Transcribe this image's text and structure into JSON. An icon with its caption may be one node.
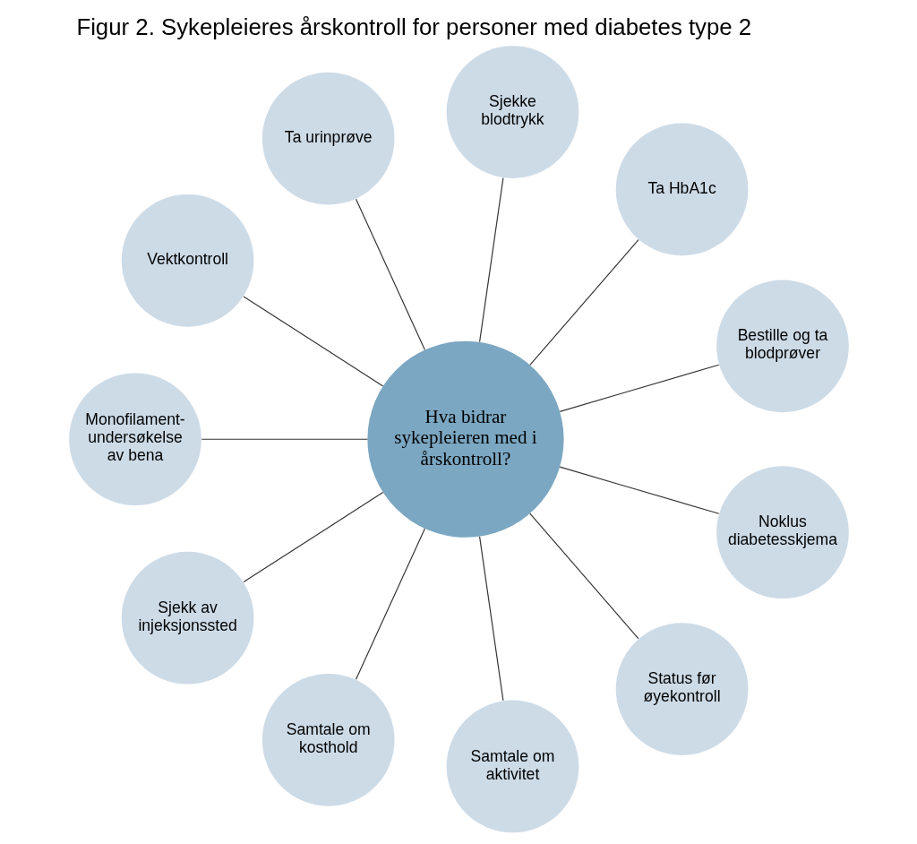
{
  "diagram": {
    "title": "Figur 2. Sykepleieres årskontroll for personer med diabetes type 2",
    "nodes": [
      {
        "text": [
          "Hva bidrar sykepleieren med i årskontroll?"
        ]
      },
      {
        "text": [
          "Bestille og ta blodprøver"
        ]
      },
      {
        "text": [
          "Ta HbA1c"
        ]
      },
      {
        "text": [
          "Sjekke blodtrykk"
        ]
      },
      {
        "text": [
          "Ta urinprøve"
        ]
      },
      {
        "text": [
          "Vektkontroll"
        ]
      },
      {
        "text": [
          "Monofilament-undersøkelse av bena"
        ]
      },
      {
        "text": [
          "Sjekk av injeksjonssted"
        ]
      },
      {
        "text": [
          "Samtale om kosthold"
        ]
      },
      {
        "text": [
          "Samtale om aktivitet"
        ]
      },
      {
        "text": [
          "Status før øyekontroll"
        ]
      },
      {
        "text": [
          "Noklus diabetesskjema"
        ]
      }
    ],
    "edges": [
      {
        "from": 0,
        "to": 1,
        "arrow": "none"
      },
      {
        "from": 0,
        "to": 2,
        "arrow": "none"
      },
      {
        "from": 0,
        "to": 3,
        "arrow": "none"
      },
      {
        "from": 0,
        "to": 4,
        "arrow": "none"
      },
      {
        "from": 0,
        "to": 5,
        "arrow": "none"
      },
      {
        "from": 0,
        "to": 6,
        "arrow": "none"
      },
      {
        "from": 0,
        "to": 7,
        "arrow": "none"
      },
      {
        "from": 0,
        "to": 8,
        "arrow": "none"
      },
      {
        "from": 0,
        "to": 9,
        "arrow": "none"
      },
      {
        "from": 0,
        "to": 10,
        "arrow": "none"
      },
      {
        "from": 0,
        "to": 11,
        "arrow": "none"
      }
    ]
  }
}
